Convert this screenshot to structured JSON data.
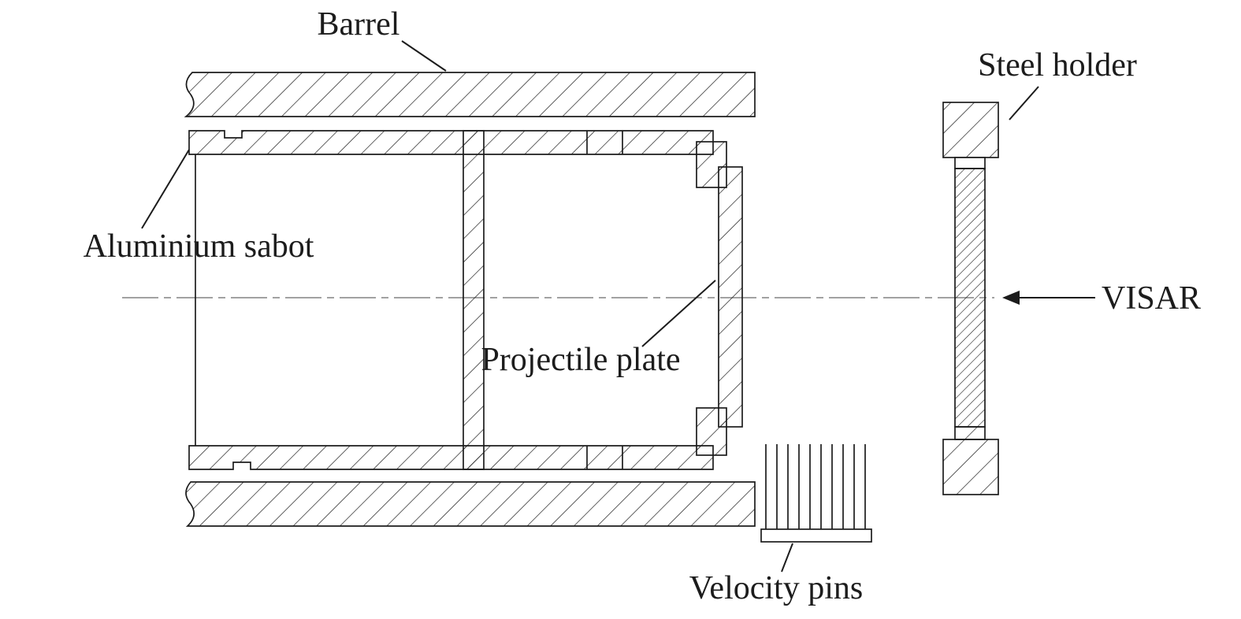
{
  "figure": {
    "background_color": "#ffffff",
    "line_color": "#1c1c1c",
    "centerline_color": "#6a6a6a",
    "labels": {
      "barrel": "Barrel",
      "steel_holder": "Steel holder",
      "aluminium_sabot": "Aluminium sabot",
      "projectile_plate": "Projectile plate",
      "visar": "VISAR",
      "velocity_pins": "Velocity pins"
    }
  }
}
